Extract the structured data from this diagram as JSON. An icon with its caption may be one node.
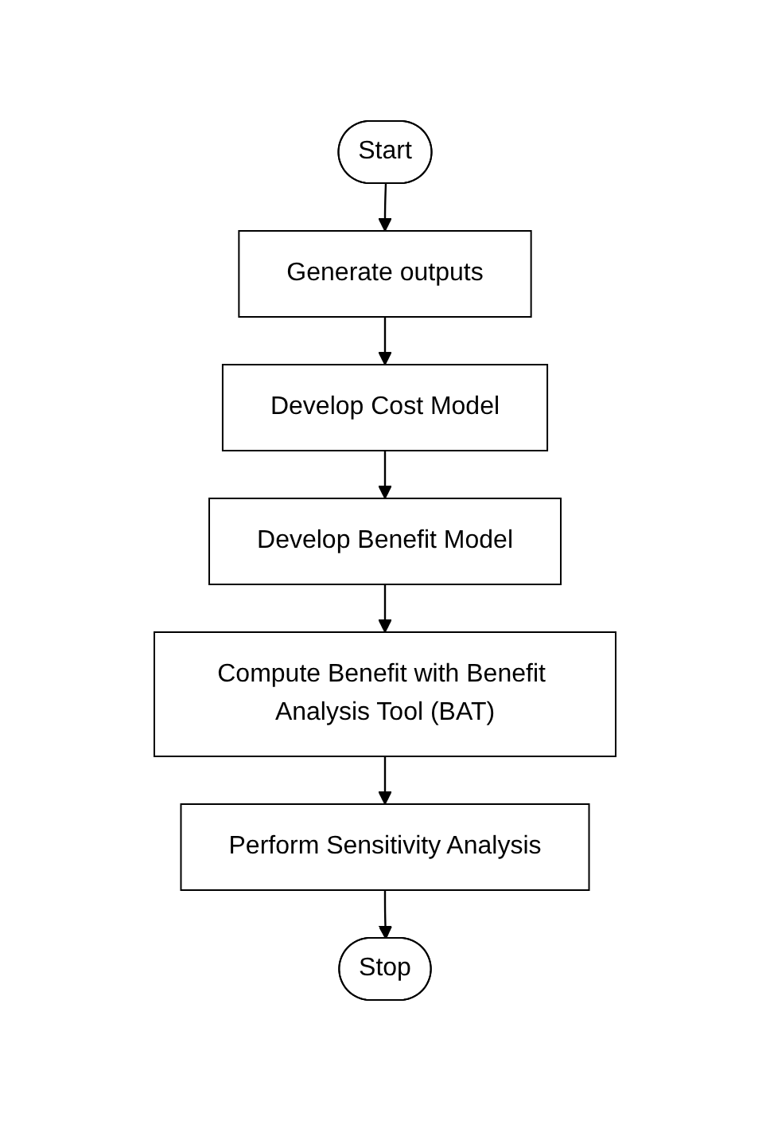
{
  "diagram": {
    "nodes": [
      {
        "text": [
          "Start"
        ]
      },
      {
        "text": [
          "Generate outputs"
        ]
      },
      {
        "text": [
          "Develop Cost Model"
        ]
      },
      {
        "text": [
          "Develop Benefit Model"
        ]
      },
      {
        "text": [
          "Compute Benefit with Benefit Analysis Tool (BAT)"
        ]
      },
      {
        "text": [
          "Perform Sensitivity Analysis"
        ]
      },
      {
        "text": [
          "Stop"
        ]
      }
    ],
    "edges": [
      {
        "from": 0,
        "to": 1,
        "arrow": "to"
      },
      {
        "from": 1,
        "to": 2,
        "arrow": "to"
      },
      {
        "from": 2,
        "to": 3,
        "arrow": "to"
      },
      {
        "from": 3,
        "to": 4,
        "arrow": "to"
      },
      {
        "from": 4,
        "to": 5,
        "arrow": "to"
      },
      {
        "from": 5,
        "to": 6,
        "arrow": "to"
      }
    ]
  }
}
